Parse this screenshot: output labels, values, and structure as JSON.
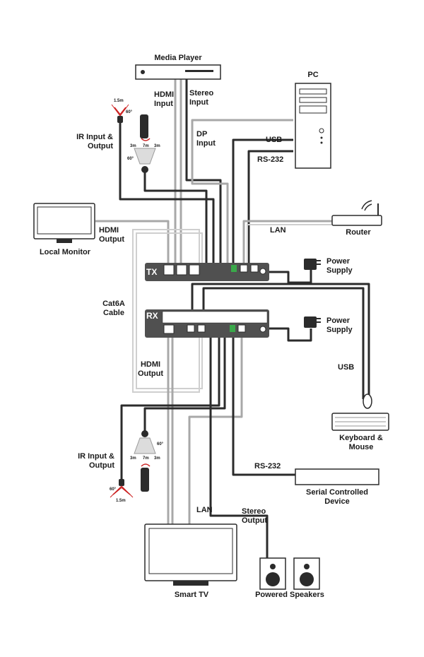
{
  "labels": {
    "media_player": "Media Player",
    "pc": "PC",
    "hdmi_input": "HDMI\nInput",
    "stereo_input": "Stereo\nInput",
    "dp_input": "DP\nInput",
    "usb_top": "USB",
    "rs232_top": "RS-232",
    "ir_top": "IR Input &\nOutput",
    "hdmi_output_top": "HDMI\nOutput",
    "local_monitor": "Local Monitor",
    "lan_top": "LAN",
    "router": "Router",
    "power_supply_tx": "Power\nSupply",
    "power_supply_rx": "Power\nSupply",
    "cat6a": "Cat6A\nCable",
    "hdmi_output_bottom": "HDMI\nOutput",
    "usb_bottom": "USB",
    "keyboard_mouse": "Keyboard &\nMouse",
    "ir_bottom": "IR Input &\nOutput",
    "rs232_bottom": "RS-232",
    "serial_device": "Serial Controlled\nDevice",
    "lan_bottom": "LAN",
    "stereo_output": "Stereo\nOutput",
    "smart_tv": "Smart TV",
    "powered_speakers": "Powered Speakers",
    "tx": "TX",
    "rx": "RX"
  },
  "ir_specs": {
    "top_emitter_distance": "1.5m",
    "top_emitter_angle": "60°",
    "top_left_range": "3m",
    "top_mid_range": "7m",
    "top_right_range": "3m",
    "top_sensor_angle": "60°",
    "bottom_left_range": "3m",
    "bottom_mid_range": "7m",
    "bottom_right_range": "3m",
    "bottom_sensor_angle": "60°",
    "bottom_emitter_angle": "60°",
    "bottom_emitter_distance": "1.5m"
  },
  "colors": {
    "cable": "#2b2b2b",
    "cable_light": "#a8a8a8",
    "device_fill": "#ffffff",
    "unit_body": "#505050",
    "accent_green": "#3aa84a",
    "ir_red": "#cc2222"
  }
}
